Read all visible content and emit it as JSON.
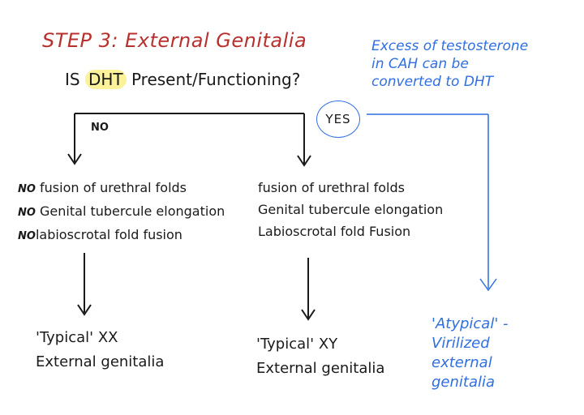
{
  "header": {
    "title": "STEP 3: External Genitalia",
    "question_prefix": "IS ",
    "question_highlight": "DHT",
    "question_suffix": " Present/Functioning?"
  },
  "branches": {
    "no_label": "NO",
    "yes_label": "YES"
  },
  "note": {
    "lines": [
      "Excess of testosterone",
      "in CAH can be",
      "converted to DHT"
    ]
  },
  "left_effects": {
    "negation": "NO",
    "items": [
      "fusion of urethral folds",
      "Genital tubercule elongation",
      "labioscrotal fold fusion"
    ]
  },
  "right_effects": {
    "items": [
      "fusion of urethral folds",
      "Genital tubercule elongation",
      "Labioscrotal fold Fusion"
    ]
  },
  "outcomes": {
    "left": [
      "'Typical' XX",
      "External genitalia"
    ],
    "right": [
      "'Typical' XY",
      "External genitalia"
    ],
    "blue": [
      "'Atypical' -",
      "Virilized",
      "external",
      "genitalia"
    ]
  },
  "colors": {
    "title": "#b8312f",
    "blue": "#2f6fe0",
    "highlight": "#fbf29a",
    "ink": "#1a1a1a"
  }
}
